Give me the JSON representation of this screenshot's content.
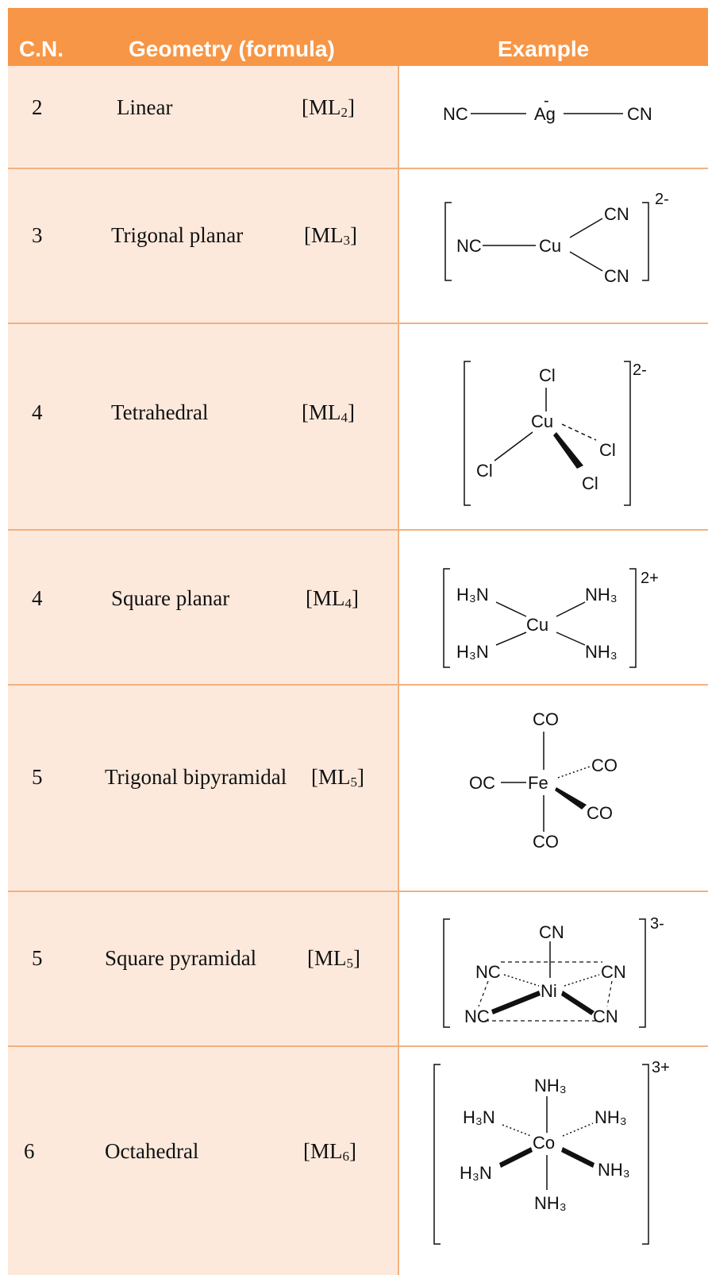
{
  "header": {
    "cn": "C.N.",
    "geometry": "Geometry (formula)",
    "example": "Example"
  },
  "rows": [
    {
      "cn": "2",
      "geometry": "Linear",
      "formula_pre": "[ML",
      "formula_sub": "2",
      "formula_post": "]"
    },
    {
      "cn": "3",
      "geometry": "Trigonal planar",
      "formula_pre": "[ML",
      "formula_sub": "3",
      "formula_post": "]"
    },
    {
      "cn": "4",
      "geometry": "Tetrahedral",
      "formula_pre": "[ML",
      "formula_sub": "4",
      "formula_post": "]"
    },
    {
      "cn": "4",
      "geometry": "Square planar",
      "formula_pre": "[ML",
      "formula_sub": "4",
      "formula_post": "]"
    },
    {
      "cn": "5",
      "geometry": "Trigonal bipyramidal",
      "formula_pre": "[ML",
      "formula_sub": "5",
      "formula_post": "]"
    },
    {
      "cn": "5",
      "geometry": "Square pyramidal",
      "formula_pre": "[ML",
      "formula_sub": "5",
      "formula_post": "]"
    },
    {
      "cn": "6",
      "geometry": "Octahedral",
      "formula_pre": "[ML",
      "formula_sub": "6",
      "formula_post": "]"
    }
  ],
  "examples": {
    "linear": {
      "left": "NC",
      "metal": "Ag",
      "right": "CN",
      "charge": "-"
    },
    "trigonal": {
      "left": "NC",
      "metal": "Cu",
      "top": "CN",
      "bottom": "CN",
      "charge": "2-"
    },
    "tetrahedral": {
      "top": "Cl",
      "metal": "Cu",
      "left": "Cl",
      "right": "Cl",
      "front": "Cl",
      "charge": "2-"
    },
    "square_planar": {
      "ul": "H₃N",
      "ur": "NH₃",
      "metal": "Cu",
      "ll": "H₃N",
      "lr": "NH₃",
      "charge": "2+"
    },
    "tbp": {
      "top": "CO",
      "left": "OC",
      "metal": "Fe",
      "ur": "CO",
      "lr": "CO",
      "bottom": "CO"
    },
    "square_pyramidal": {
      "top": "CN",
      "ul": "NC",
      "metal": "Ni",
      "ur": "CN",
      "ll": "NC",
      "lr": "CN",
      "charge": "3-"
    },
    "octahedral": {
      "top": "NH₃",
      "ul": "H₃N",
      "metal": "Co",
      "ur": "NH₃",
      "ll": "H₃N",
      "lr": "NH₃",
      "bottom": "NH₃",
      "charge": "3+"
    }
  }
}
